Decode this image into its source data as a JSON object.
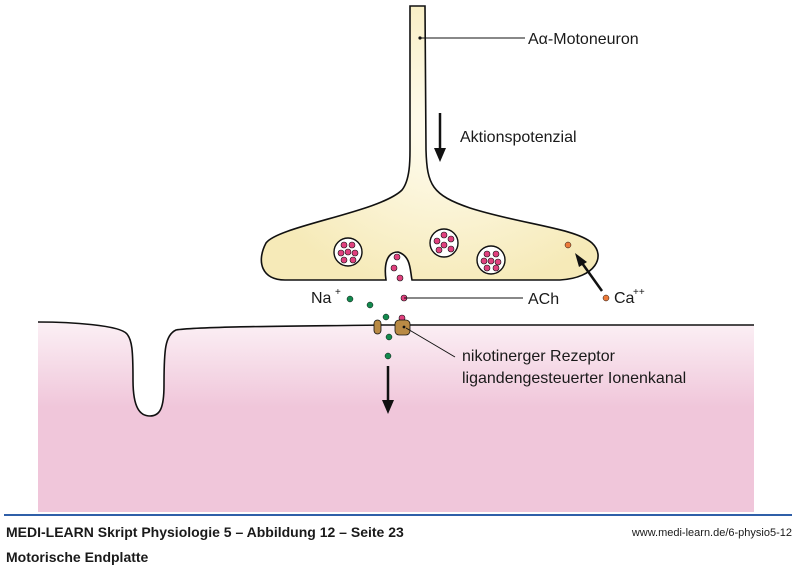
{
  "labels": {
    "motoneuron": "Aα-Motoneuron",
    "action_potential": "Aktionspotenzial",
    "sodium": "Na",
    "sodium_sup": "+",
    "acetylcholine": "ACh",
    "calcium": "Ca",
    "calcium_sup": "++",
    "receptor_line1": "nikotinerger Rezeptor",
    "receptor_line2": "ligandengesteuerter Ionenkanal"
  },
  "footer": {
    "title": "MEDI-LEARN Skript Physiologie 5 – Abbildung 12 – Seite 23",
    "url": "www.medi-learn.de/6-physio5-12",
    "subtitle": "Motorische Endplatte"
  },
  "colors": {
    "axon_fill": "#f6eab8",
    "muscle_fill": "#f0c6da",
    "ach_dot": "#e0407e",
    "na_dot": "#138a4e",
    "ca_dot": "#ec7a3a",
    "receptor": "#b98a45",
    "footer_rule": "#2f5fa8"
  }
}
